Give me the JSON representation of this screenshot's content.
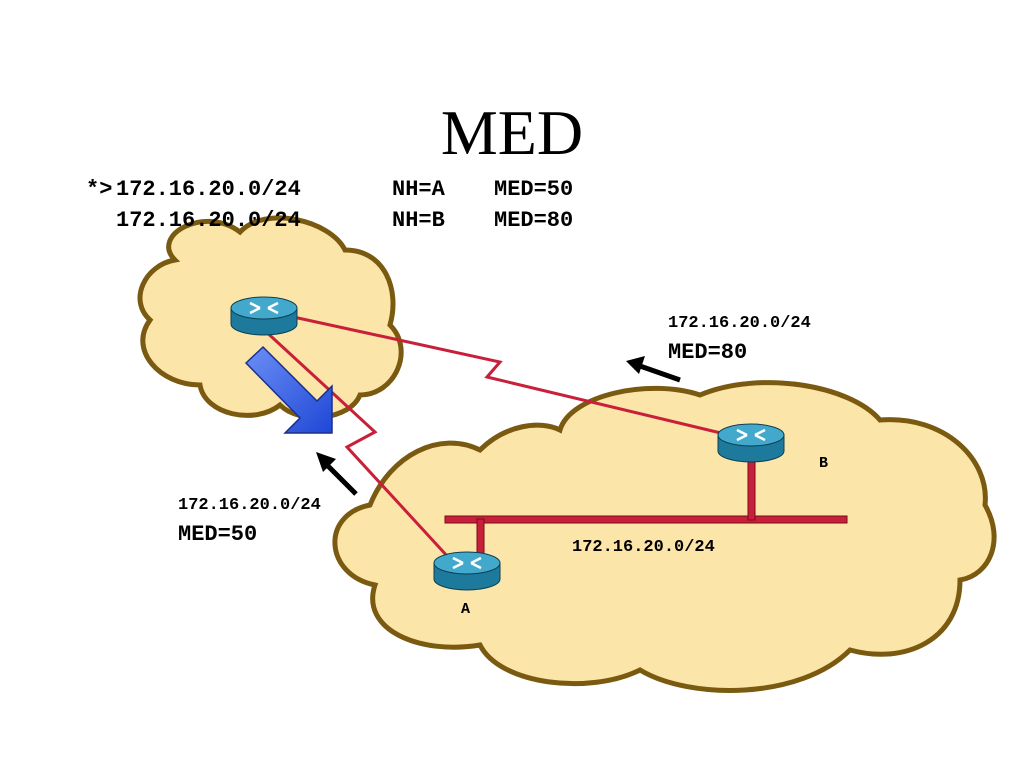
{
  "title": "MED",
  "bgp_table": [
    {
      "best": "*>",
      "prefix": "172.16.20.0/24",
      "next_hop": "NH=A",
      "med": "MED=50"
    },
    {
      "best": "",
      "prefix": "172.16.20.0/24",
      "next_hop": "NH=B",
      "med": "MED=80"
    }
  ],
  "adverts": {
    "from_b": {
      "prefix": "172.16.20.0/24",
      "med": "MED=80"
    },
    "from_a": {
      "prefix": "172.16.20.0/24",
      "med": "MED=50"
    }
  },
  "lan_label": "172.16.20.0/24",
  "routers": {
    "a": "A",
    "b": "B"
  },
  "colors": {
    "cloud_fill": "#fce5a8",
    "cloud_stroke": "#7a5a10",
    "link": "#c8203a",
    "arrow": "#3d6fe8",
    "router": "#2a93b8"
  }
}
